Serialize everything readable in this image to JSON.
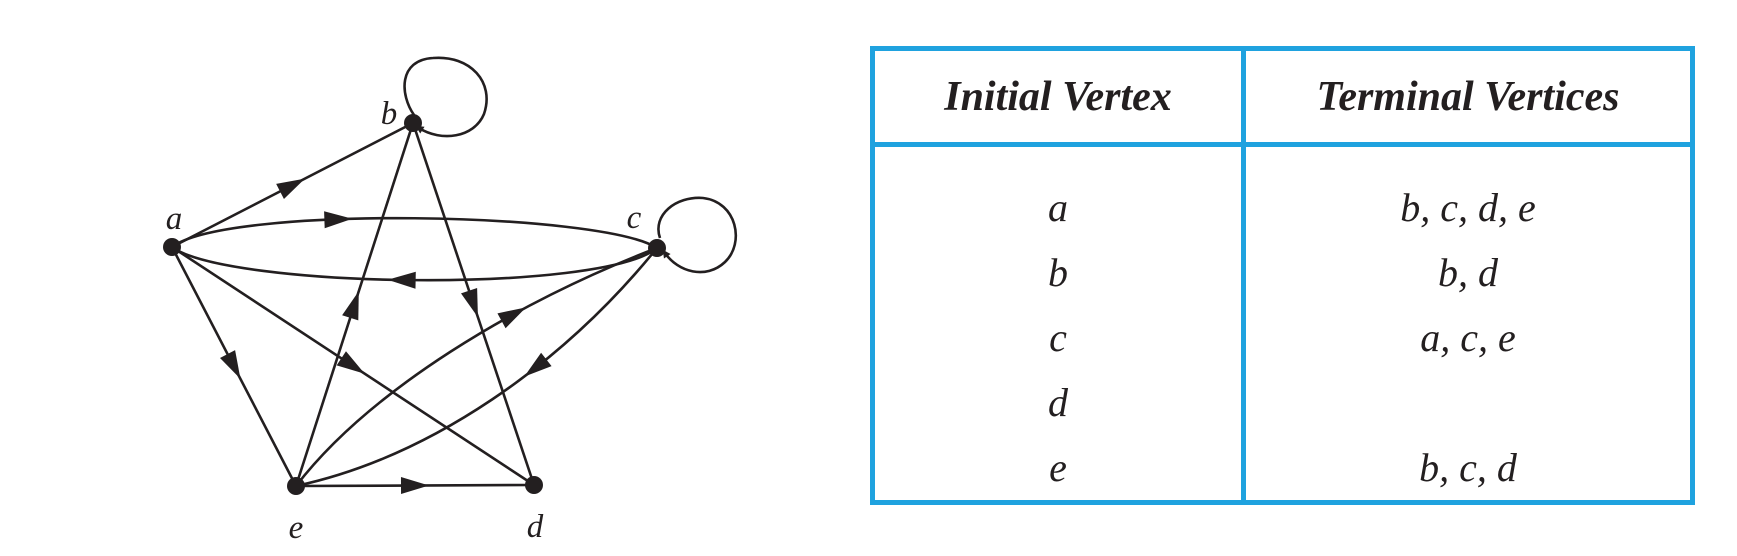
{
  "graph": {
    "vertices": [
      {
        "id": "a",
        "label": "a"
      },
      {
        "id": "b",
        "label": "b"
      },
      {
        "id": "c",
        "label": "c"
      },
      {
        "id": "d",
        "label": "d"
      },
      {
        "id": "e",
        "label": "e"
      }
    ],
    "edges": [
      {
        "from": "a",
        "to": "b"
      },
      {
        "from": "a",
        "to": "c"
      },
      {
        "from": "a",
        "to": "d"
      },
      {
        "from": "a",
        "to": "e"
      },
      {
        "from": "b",
        "to": "b"
      },
      {
        "from": "b",
        "to": "d"
      },
      {
        "from": "c",
        "to": "a"
      },
      {
        "from": "c",
        "to": "c"
      },
      {
        "from": "c",
        "to": "e"
      },
      {
        "from": "e",
        "to": "b"
      },
      {
        "from": "e",
        "to": "c"
      },
      {
        "from": "e",
        "to": "d"
      }
    ],
    "colors": {
      "ink": "#231f20"
    }
  },
  "table": {
    "headers": {
      "initial": "Initial Vertex",
      "terminal": "Terminal Vertices"
    },
    "rows": [
      {
        "initial": "a",
        "terminal": "b, c, d, e"
      },
      {
        "initial": "b",
        "terminal": "b, d"
      },
      {
        "initial": "c",
        "terminal": "a, c, e"
      },
      {
        "initial": "d",
        "terminal": ""
      },
      {
        "initial": "e",
        "terminal": "b, c, d"
      }
    ],
    "colors": {
      "border": "#1fa2df",
      "text": "#231f20"
    }
  }
}
